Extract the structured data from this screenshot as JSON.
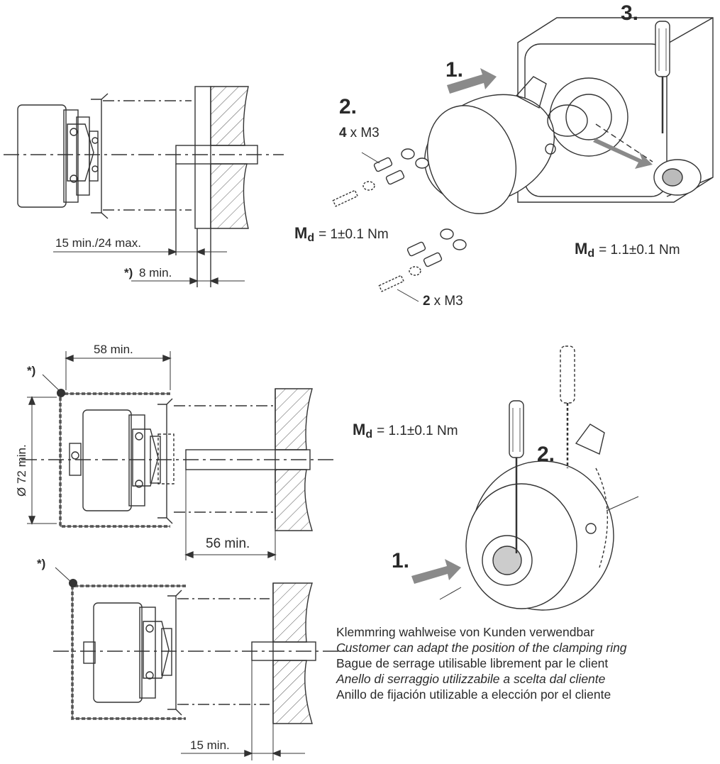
{
  "top_left": {
    "dim_shaft_range": "15 min./24 max.",
    "note_marker": "*)",
    "dim_min": "8 min."
  },
  "top_right": {
    "step1": "1.",
    "step2": "2.",
    "step3": "3.",
    "screws_top_count": "4",
    "screws_top_spec": "x M3",
    "screws_bottom_count": "2",
    "screws_bottom_spec": "x M3",
    "torque_symbol": "M",
    "torque_sub": "d",
    "torque_screws": "= 1±0.1 Nm",
    "torque_ring": "= 1.1±0.1 Nm"
  },
  "middle_left": {
    "note_marker": "*)",
    "dim_length": "58 min.",
    "dim_diameter": "Ø 72 min.",
    "dim_shaft": "56 min."
  },
  "bottom_left": {
    "note_marker": "*)",
    "dim_shaft": "15 min."
  },
  "bottom_right": {
    "step1": "1.",
    "step2": "2.",
    "torque_symbol": "M",
    "torque_sub": "d",
    "torque": "= 1.1±0.1 Nm"
  },
  "caption": {
    "de": "Klemmring wahlweise von Kunden verwendbar",
    "en": "Customer can adapt the position of the clamping ring",
    "fr": "Bague de serrage utilisable librement par le client",
    "it": "Anello di serraggio utilizzabile a scelta dal cliente",
    "es": "Anillo de fijación utilizable a elección por el cliente"
  },
  "colors": {
    "line": "#333333",
    "arrow": "#8a8a8a",
    "marker": "#333333",
    "hatch": "#555555"
  }
}
